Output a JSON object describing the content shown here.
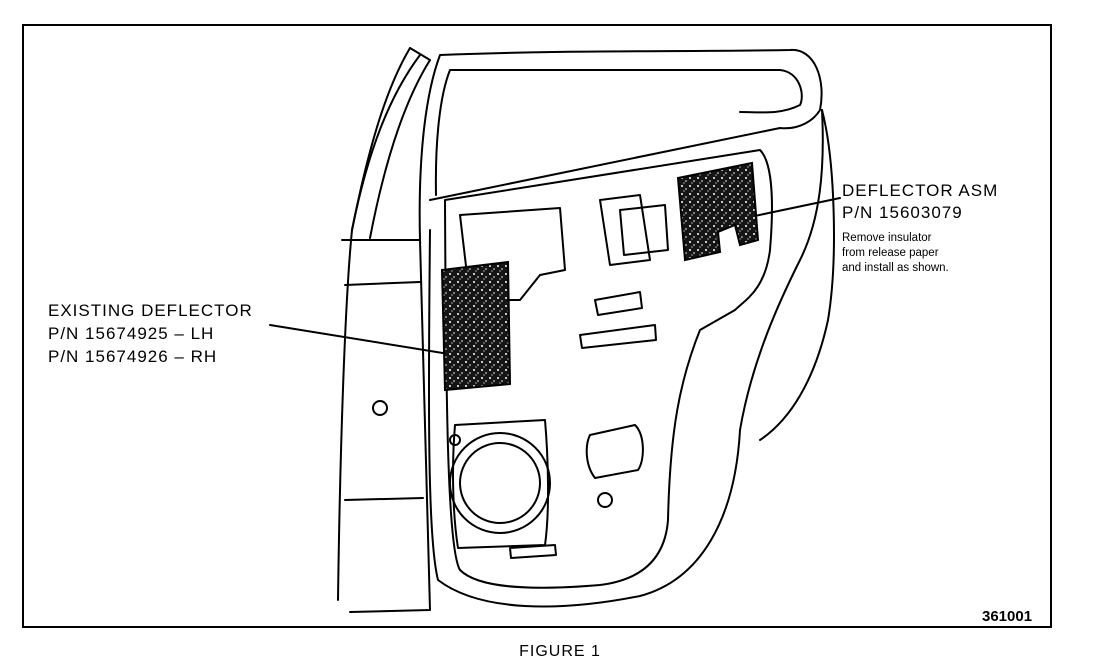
{
  "labels": {
    "existing_title": "EXISTING DEFLECTOR",
    "existing_pn_lh": "P/N 15674925 – LH",
    "existing_pn_rh": "P/N 15674926 – RH",
    "asm_title": "DEFLECTOR ASM",
    "asm_pn": "P/N 15603079",
    "asm_note": [
      "Remove insulator",
      "from release paper",
      "and install as shown."
    ]
  },
  "figure_id": "361001",
  "caption": "FIGURE 1",
  "colors": {
    "line": "#000000",
    "background": "#ffffff"
  }
}
